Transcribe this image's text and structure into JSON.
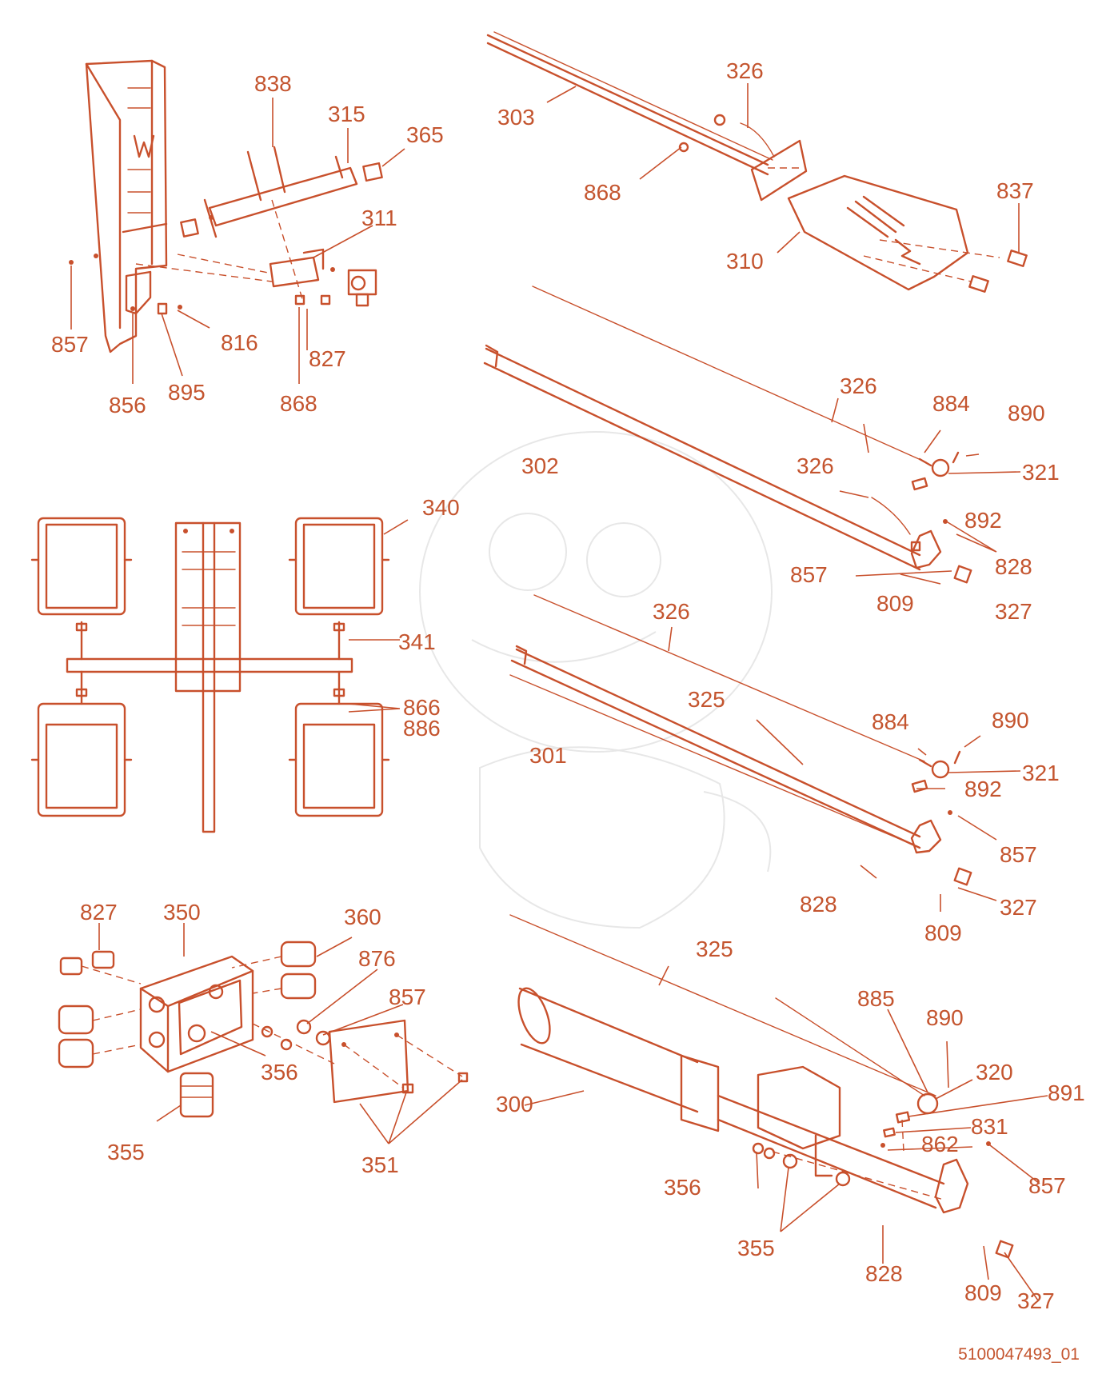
{
  "colors": {
    "accent": "#c8502c",
    "label": "#c4552f",
    "background": "#ffffff",
    "watermark": "#e7e7e7"
  },
  "labels": {
    "l838": "838",
    "l315": "315",
    "l365": "365",
    "l311": "311",
    "l857a": "857",
    "l816": "816",
    "l827a": "827",
    "l856": "856",
    "l895": "895",
    "l868a": "868",
    "l326a": "326",
    "l303": "303",
    "l868b": "868",
    "l837": "837",
    "l310": "310",
    "l326b": "326",
    "l884a": "884",
    "l890a": "890",
    "l302": "302",
    "l326c": "326",
    "l321a": "321",
    "l892a": "892",
    "l828a": "828",
    "l857b": "857",
    "l809a": "809",
    "l327a": "327",
    "l340": "340",
    "l341": "341",
    "l866": "866",
    "l886": "886",
    "l326d": "326",
    "l325a": "325",
    "l884b": "884",
    "l890b": "890",
    "l301": "301",
    "l321b": "321",
    "l892b": "892",
    "l857c": "857",
    "l828b": "828",
    "l327b": "327",
    "l809b": "809",
    "l827b": "827",
    "l350": "350",
    "l360": "360",
    "l876": "876",
    "l857d": "857",
    "l356a": "356",
    "l355a": "355",
    "l351": "351",
    "l325b": "325",
    "l885": "885",
    "l890c": "890",
    "l320": "320",
    "l891": "891",
    "l300": "300",
    "l831": "831",
    "l862": "862",
    "l356b": "356",
    "l857e": "857",
    "l355b": "355",
    "l828c": "828",
    "l809c": "809",
    "l327c": "327"
  },
  "document_id": "5100047493_01"
}
